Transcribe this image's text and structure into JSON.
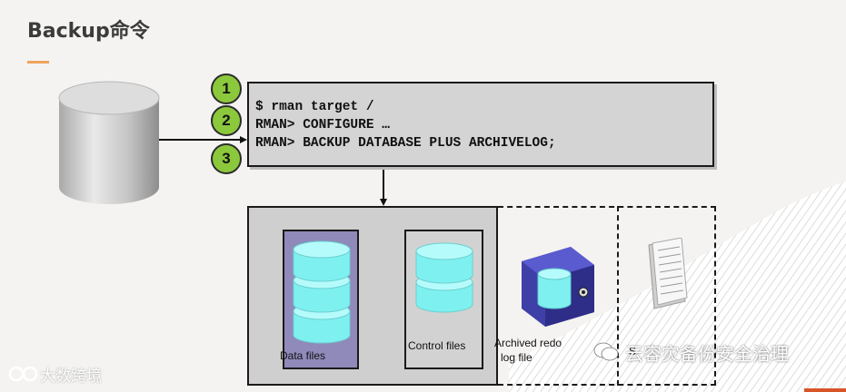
{
  "slide": {
    "title": "Backup命令"
  },
  "commands": {
    "line1": "$ rman target /",
    "line2": "RMAN> CONFIGURE …",
    "line3": "RMAN> BACKUP DATABASE PLUS ARCHIVELOG;"
  },
  "steps": [
    "1",
    "2",
    "3"
  ],
  "backup_sets": {
    "data_files": "Data files",
    "control_files": "Control files",
    "archived_redo_line1": "Archived redo",
    "archived_redo_line2": "log file",
    "spfile_partial": "S"
  },
  "watermarks": {
    "left": "大数跨境",
    "right": "云容灾备份安全治理"
  },
  "colors": {
    "step_fill": "#8cc83c",
    "cylinder_cyan": "#7ff0f0",
    "data_box": "#8f8aba",
    "archive_block": "#3f3fa8",
    "accent": "#f0a35e"
  }
}
